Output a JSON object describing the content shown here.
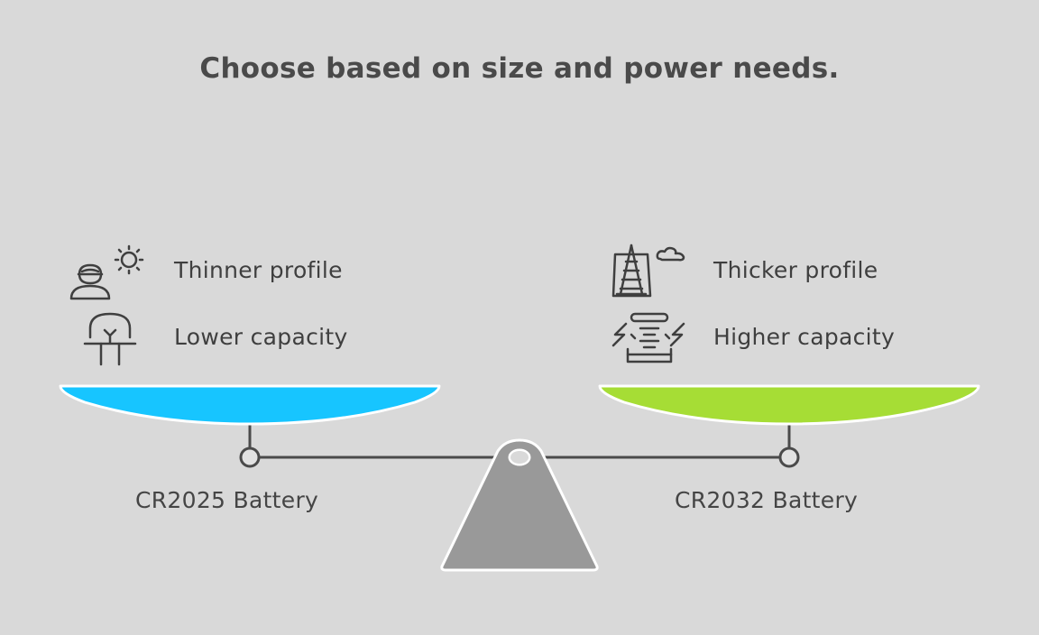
{
  "title": "Choose based on size and power needs.",
  "left": {
    "battery_label": "CR2025 Battery",
    "pan_color": "#17c5ff",
    "features": [
      {
        "text": "Thinner profile",
        "icon": "person-sun-icon"
      },
      {
        "text": "Lower capacity",
        "icon": "light-bulb-icon"
      }
    ]
  },
  "right": {
    "battery_label": "CR2032 Battery",
    "pan_color": "#a6dd35",
    "features": [
      {
        "text": "Thicker profile",
        "icon": "tower-cloud-icon"
      },
      {
        "text": "Higher capacity",
        "icon": "power-stack-icon"
      }
    ]
  },
  "colors": {
    "background": "#d9d9d9",
    "fulcrum": "#999999",
    "beam": "#4a4a4a",
    "text": "#3f3f3f"
  }
}
